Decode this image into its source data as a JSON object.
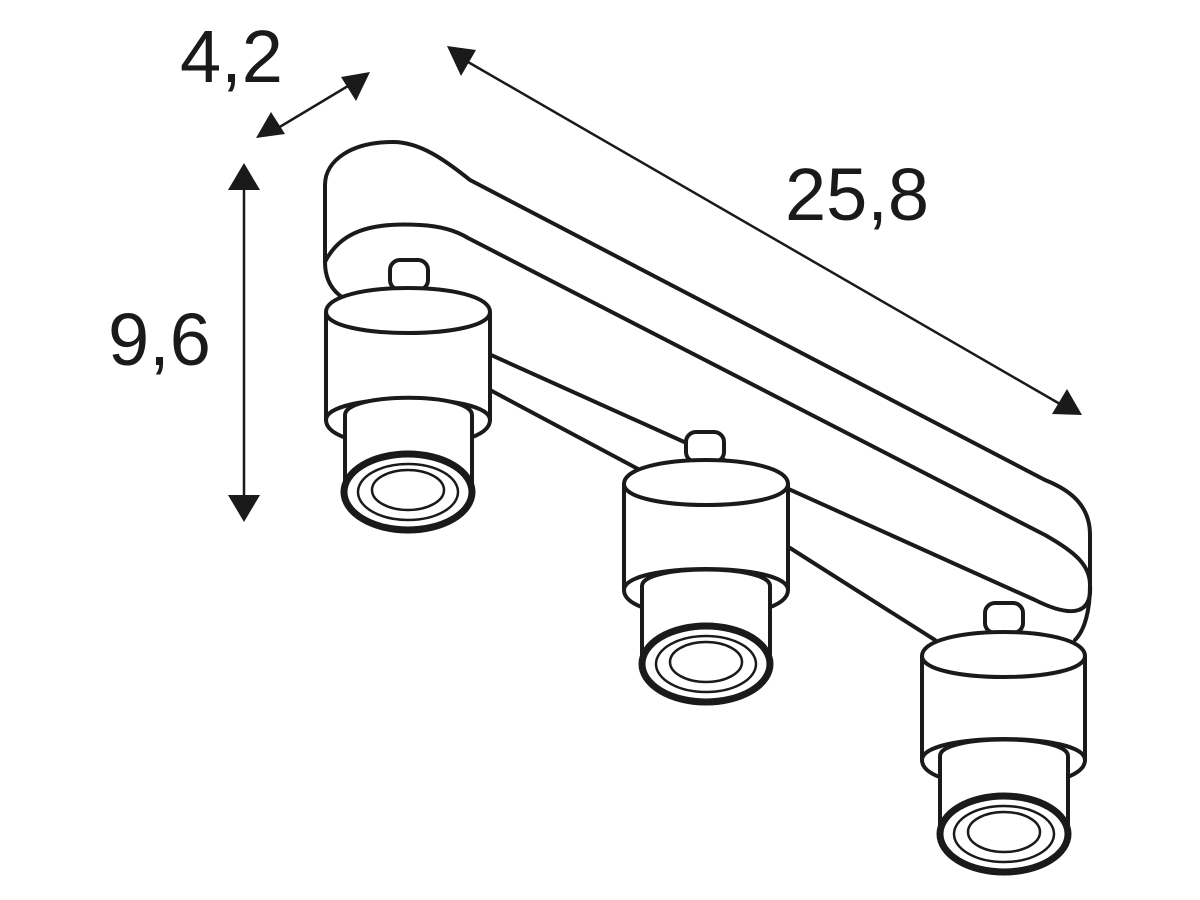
{
  "dimensions": {
    "depth": "4,2",
    "length": "25,8",
    "height": "9,6"
  },
  "colors": {
    "line": "#1a1a1a",
    "background": "#ffffff"
  }
}
